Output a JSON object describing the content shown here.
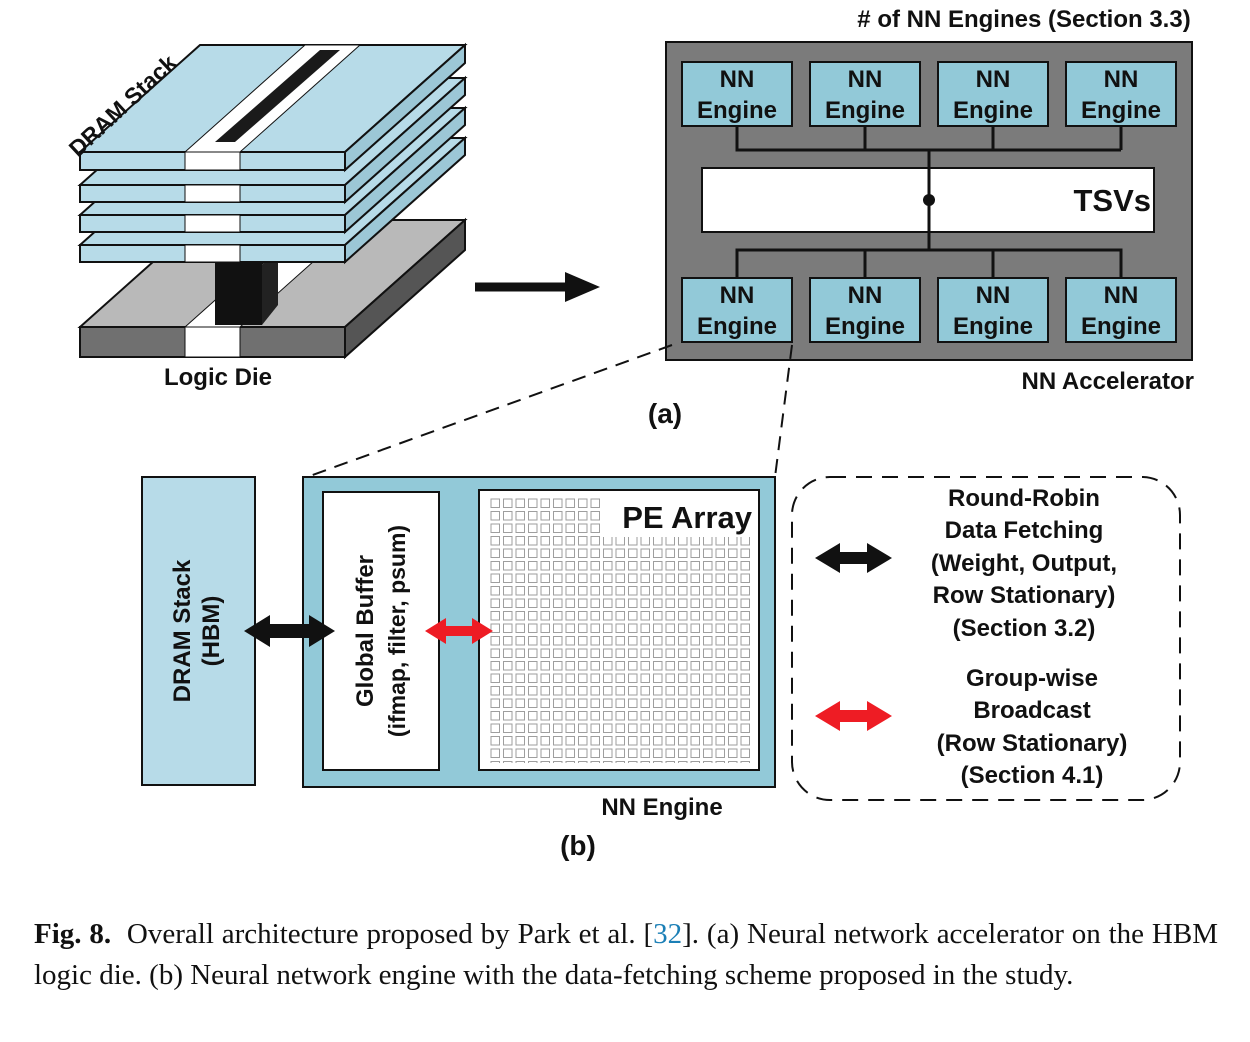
{
  "panel_a": {
    "dram_stack_label": "DRAM Stack",
    "logic_die_label": "Logic Die",
    "engines_count_label": "# of NN Engines (Section 3.3)",
    "engine_line1": "NN",
    "engine_line2": "Engine",
    "tsv_label": "TSVs",
    "accelerator_label": "NN Accelerator",
    "panel_label": "(a)"
  },
  "panel_b": {
    "dram_hbm_line1": "DRAM Stack",
    "dram_hbm_line2": "(HBM)",
    "global_buffer_line1": "Global Buffer",
    "global_buffer_line2": "(ifmap, filter, psum)",
    "pe_array_label": "PE Array",
    "nn_engine_label": "NN Engine",
    "panel_label": "(b)"
  },
  "legend": {
    "black_line1": "Round-Robin",
    "black_line2": "Data Fetching",
    "black_line3": "(Weight, Output,",
    "black_line4": "Row Stationary)",
    "black_line5": "(Section 3.2)",
    "red_line1": "Group-wise",
    "red_line2": "Broadcast",
    "red_line3": "(Row Stationary)",
    "red_line4": "(Section 4.1)"
  },
  "caption": {
    "lead": "Fig. 8.",
    "text_before_ref": "Overall architecture proposed by Park et al. [",
    "ref": "32",
    "text_after_ref": "]. (a) Neural network accelerator on the HBM logic die. (b) Neural network engine with the data-fetching scheme proposed in the study."
  },
  "colors": {
    "dram_blue": "#b7dbe8",
    "engine_blue": "#92c9d8",
    "accelerator_gray": "#7b7b7b",
    "logic_gray": "#b9b9b9",
    "red_arrow": "#ee1c24",
    "ref_link": "#1b7fb6"
  }
}
